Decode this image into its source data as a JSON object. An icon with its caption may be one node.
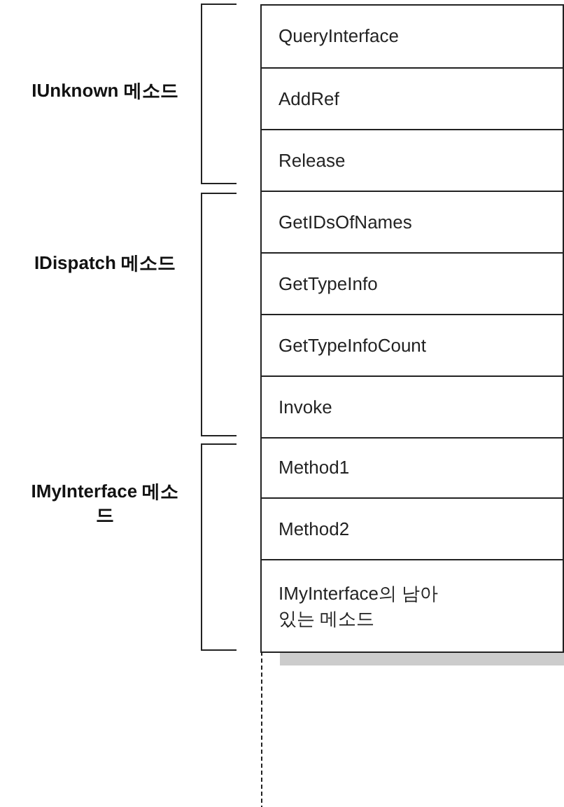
{
  "diagram": {
    "nodes": [
      {
        "text": [
          "QueryInterface"
        ]
      },
      {
        "text": [
          "AddRef"
        ]
      },
      {
        "text": [
          "Release"
        ]
      },
      {
        "text": [
          "GetIDsOfNames"
        ]
      },
      {
        "text": [
          "GetTypeInfo"
        ]
      },
      {
        "text": [
          "GetTypeInfoCount"
        ]
      },
      {
        "text": [
          "Invoke"
        ]
      },
      {
        "text": [
          "Method1"
        ]
      },
      {
        "text": [
          "Method2"
        ]
      },
      {
        "text": [
          "IMyInterface의 남아 있는 메소드"
        ]
      }
    ],
    "labels": [
      "IUnknown 메소드",
      "IDispatch 메소드",
      "IMyInterface 메소드"
    ]
  }
}
